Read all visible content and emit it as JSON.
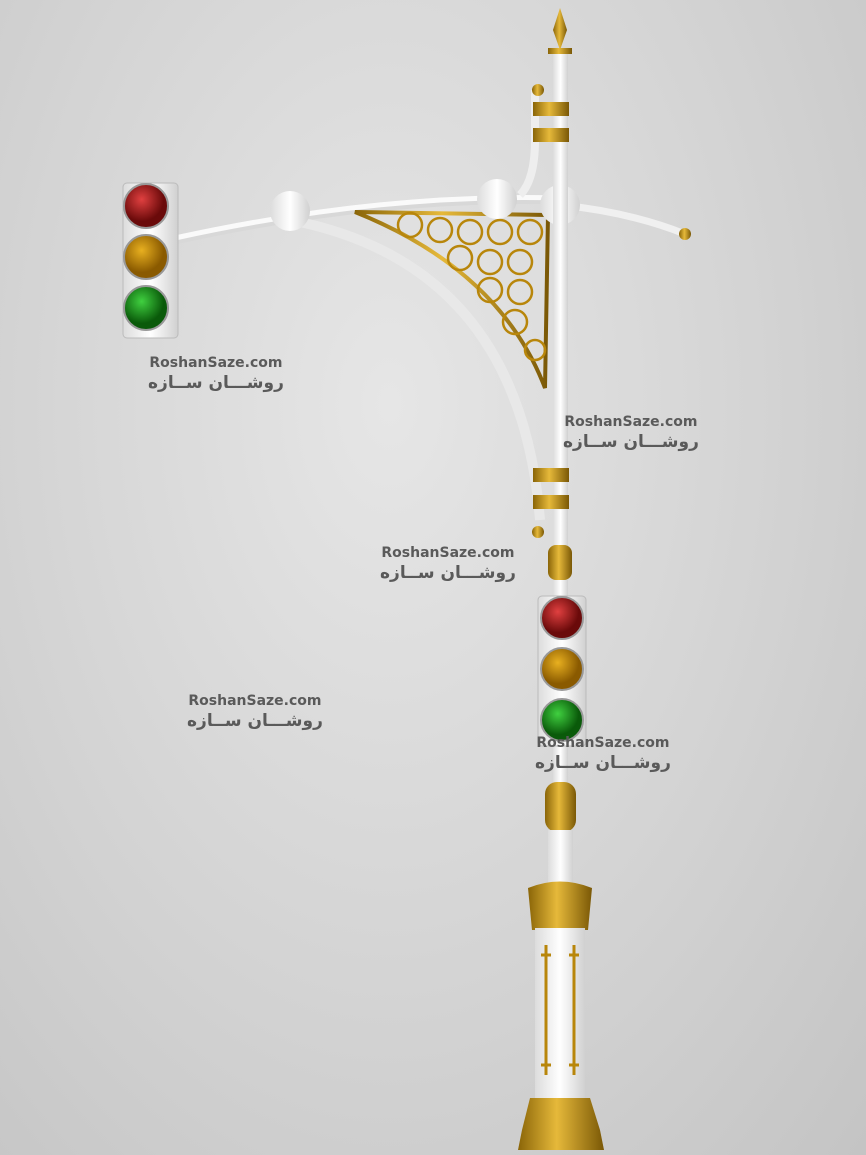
{
  "watermarks": [
    {
      "en": "RoshanSaze.com",
      "fa": "روشـــان ســازه"
    },
    {
      "en": "RoshanSaze.com",
      "fa": "روشـــان ســازه"
    },
    {
      "en": "RoshanSaze.com",
      "fa": "روشـــان ســازه"
    },
    {
      "en": "RoshanSaze.com",
      "fa": "روشـــان ســازه"
    },
    {
      "en": "RoshanSaze.com",
      "fa": "روشـــان ســازه"
    }
  ],
  "colors": {
    "pole": "#f4f4f4",
    "gold": "#b8860b",
    "red": "#a01818",
    "amber": "#c98a00",
    "green": "#1f9a1f"
  }
}
